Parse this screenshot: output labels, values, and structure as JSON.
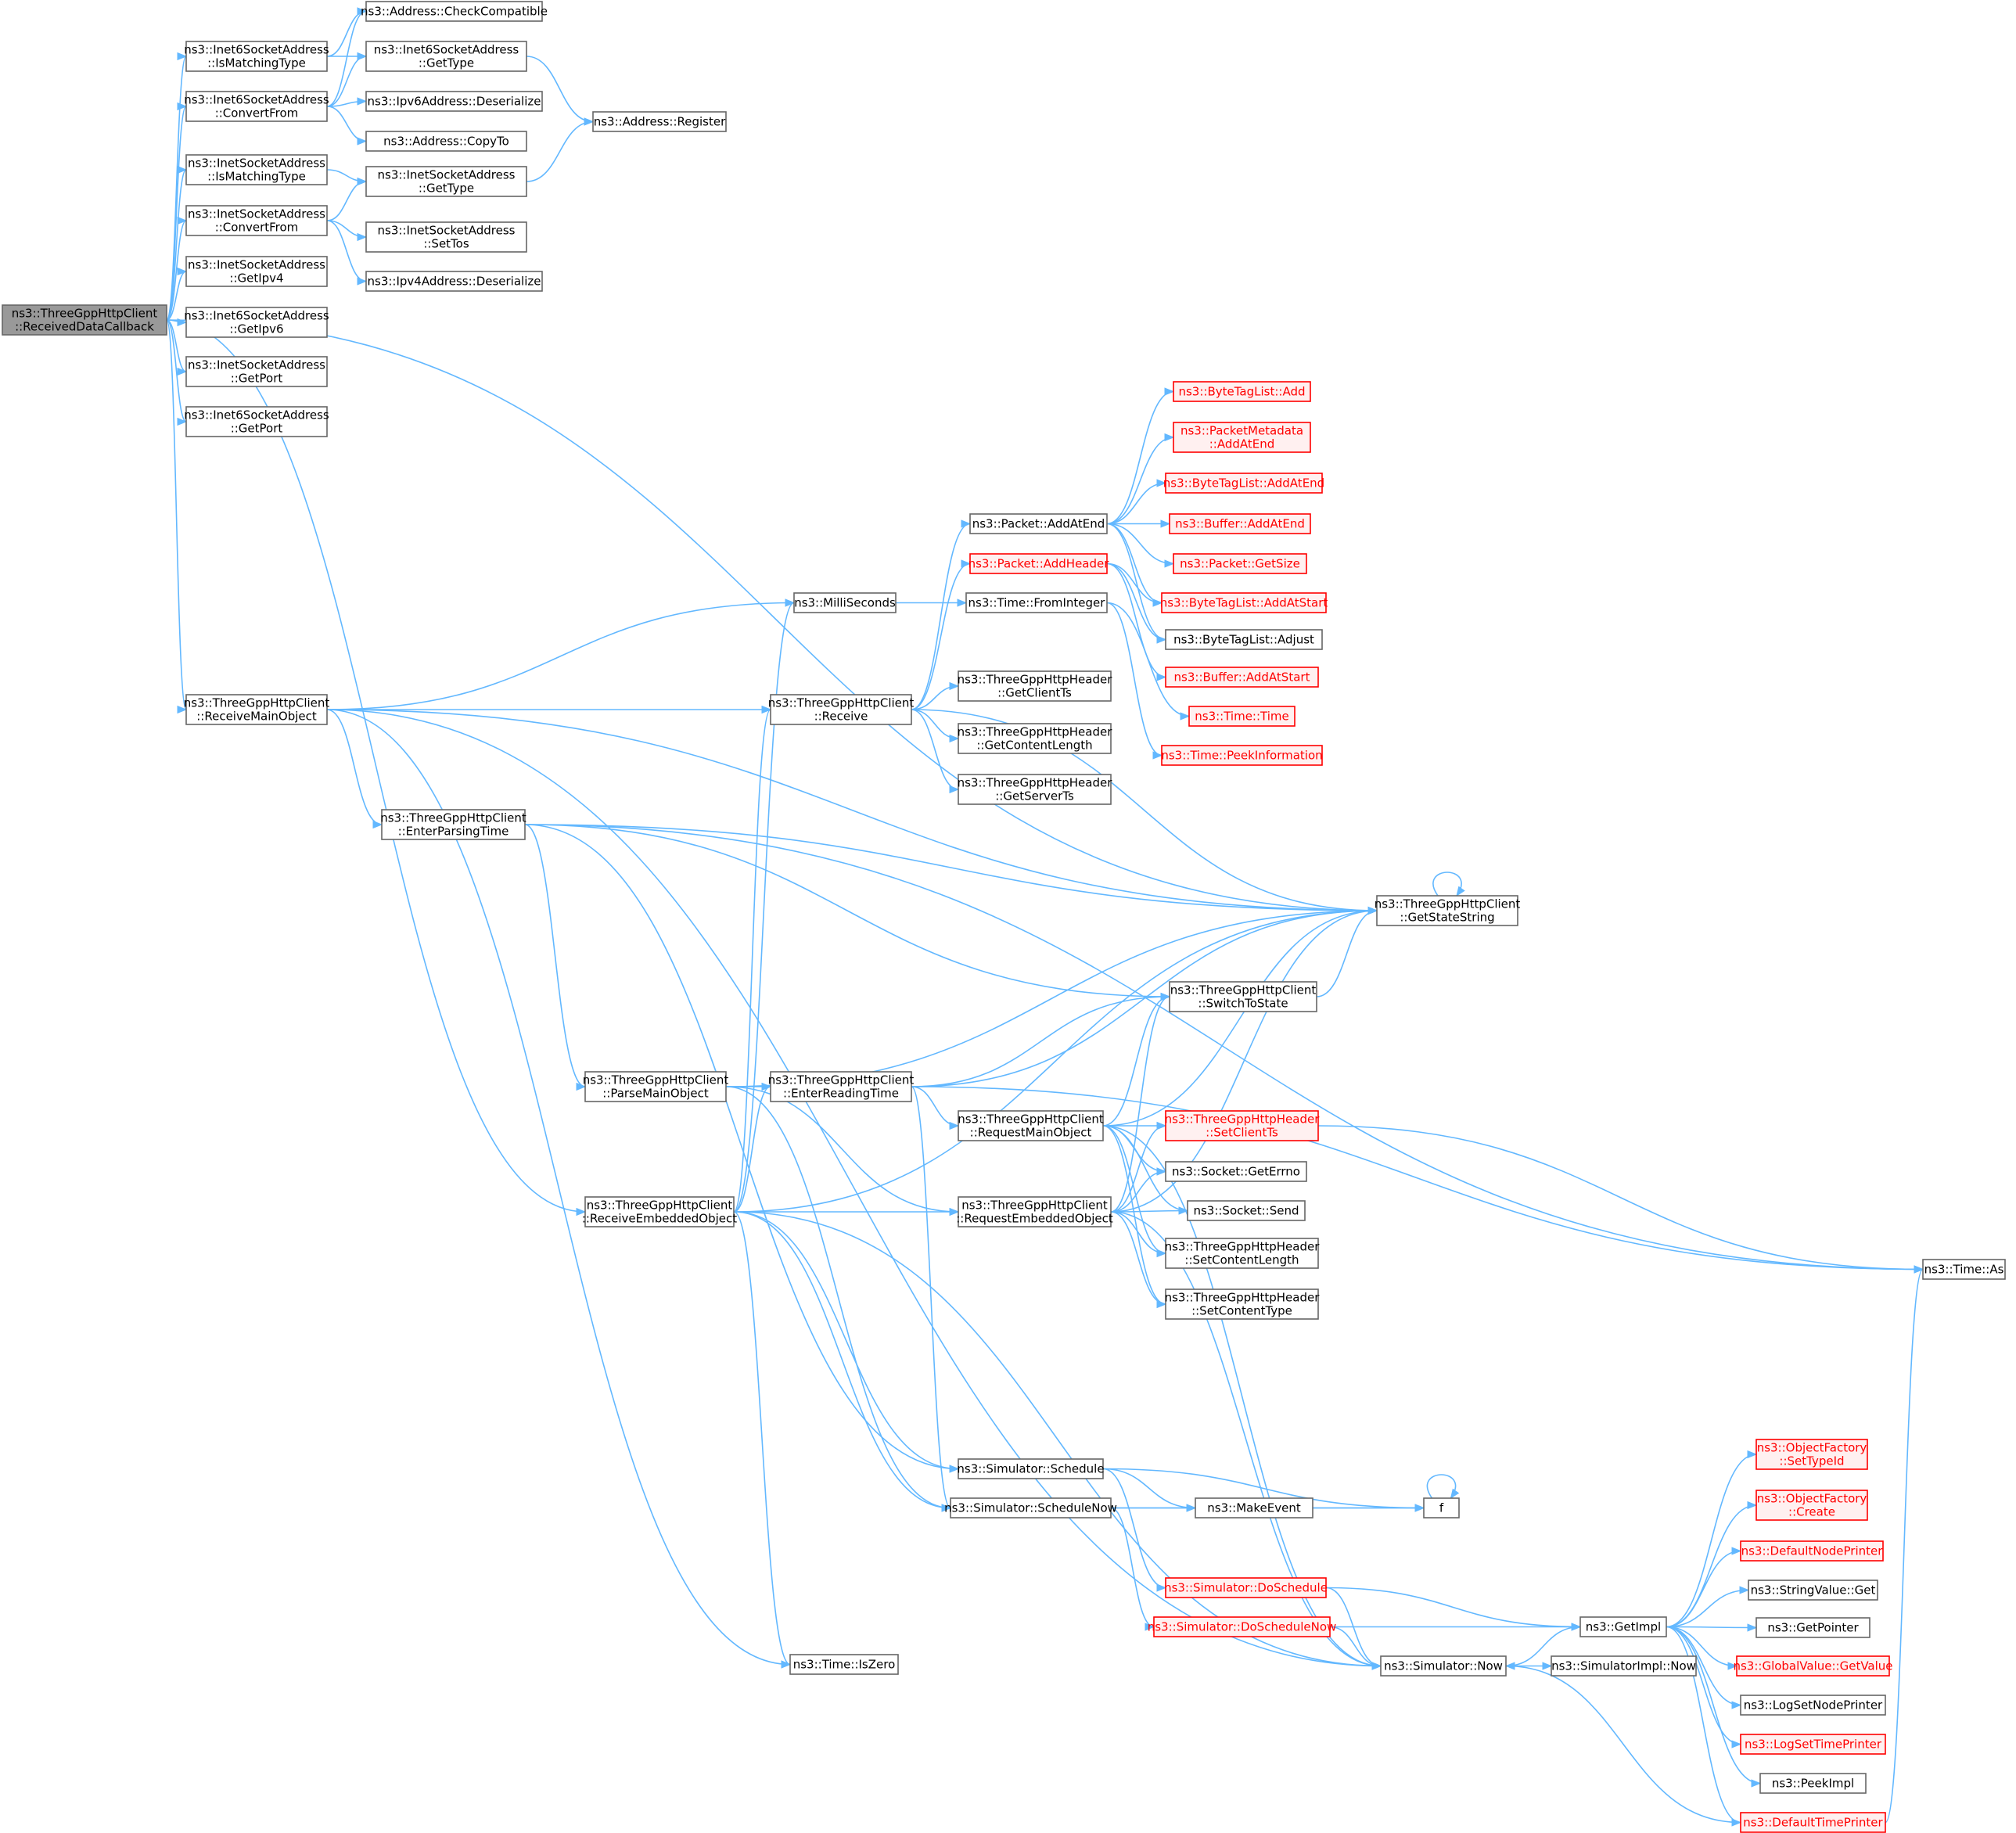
{
  "graph": {
    "edge_color": "#63b8ff",
    "node_border_color": "#666666",
    "root_fill_color": "#999999",
    "truncated_node_color": "#ff0000",
    "nodes": [
      {
        "id": "root",
        "lines": [
          "ns3::ThreeGppHttpClient",
          "::ReceivedDataCallback"
        ],
        "style": "root"
      },
      {
        "id": "i6_ismatch",
        "lines": [
          "ns3::Inet6SocketAddress",
          "::IsMatchingType"
        ]
      },
      {
        "id": "i6_convert",
        "lines": [
          "ns3::Inet6SocketAddress",
          "::ConvertFrom"
        ]
      },
      {
        "id": "i4_ismatch",
        "lines": [
          "ns3::InetSocketAddress",
          "::IsMatchingType"
        ]
      },
      {
        "id": "i4_convert",
        "lines": [
          "ns3::InetSocketAddress",
          "::ConvertFrom"
        ]
      },
      {
        "id": "i4_getipv4",
        "lines": [
          "ns3::InetSocketAddress",
          "::GetIpv4"
        ]
      },
      {
        "id": "i6_getipv6",
        "lines": [
          "ns3::Inet6SocketAddress",
          "::GetIpv6"
        ]
      },
      {
        "id": "i4_getport",
        "lines": [
          "ns3::InetSocketAddress",
          "::GetPort"
        ]
      },
      {
        "id": "i6_getport",
        "lines": [
          "ns3::Inet6SocketAddress",
          "::GetPort"
        ]
      },
      {
        "id": "addr_checkcompat",
        "lines": [
          "ns3::Address::CheckCompatible"
        ]
      },
      {
        "id": "i6_gettype",
        "lines": [
          "ns3::Inet6SocketAddress",
          "::GetType"
        ]
      },
      {
        "id": "ipv6_deser",
        "lines": [
          "ns3::Ipv6Address::Deserialize"
        ]
      },
      {
        "id": "addr_copyto",
        "lines": [
          "ns3::Address::CopyTo"
        ]
      },
      {
        "id": "addr_register",
        "lines": [
          "ns3::Address::Register"
        ]
      },
      {
        "id": "i4_gettype",
        "lines": [
          "ns3::InetSocketAddress",
          "::GetType"
        ]
      },
      {
        "id": "i4_settos",
        "lines": [
          "ns3::InetSocketAddress",
          "::SetTos"
        ]
      },
      {
        "id": "ipv4_deser",
        "lines": [
          "ns3::Ipv4Address::Deserialize"
        ]
      },
      {
        "id": "recv_main",
        "lines": [
          "ns3::ThreeGppHttpClient",
          "::ReceiveMainObject"
        ]
      },
      {
        "id": "enter_parsing",
        "lines": [
          "ns3::ThreeGppHttpClient",
          "::EnterParsingTime"
        ]
      },
      {
        "id": "parse_main",
        "lines": [
          "ns3::ThreeGppHttpClient",
          "::ParseMainObject"
        ]
      },
      {
        "id": "recv_embedded",
        "lines": [
          "ns3::ThreeGppHttpClient",
          "::ReceiveEmbeddedObject"
        ]
      },
      {
        "id": "millis",
        "lines": [
          "ns3::MilliSeconds"
        ]
      },
      {
        "id": "receive",
        "lines": [
          "ns3::ThreeGppHttpClient",
          "::Receive"
        ]
      },
      {
        "id": "enter_reading",
        "lines": [
          "ns3::ThreeGppHttpClient",
          "::EnterReadingTime"
        ]
      },
      {
        "id": "time_iszero",
        "lines": [
          "ns3::Time::IsZero"
        ]
      },
      {
        "id": "sim_schedule",
        "lines": [
          "ns3::Simulator::Schedule"
        ]
      },
      {
        "id": "sim_schedulenow",
        "lines": [
          "ns3::Simulator::ScheduleNow"
        ]
      },
      {
        "id": "pkt_addatend",
        "lines": [
          "ns3::Packet::AddAtEnd"
        ]
      },
      {
        "id": "pkt_addheader",
        "lines": [
          "ns3::Packet::AddHeader"
        ],
        "style": "red"
      },
      {
        "id": "time_fromint",
        "lines": [
          "ns3::Time::FromInteger"
        ]
      },
      {
        "id": "hdr_getclientts",
        "lines": [
          "ns3::ThreeGppHttpHeader",
          "::GetClientTs"
        ]
      },
      {
        "id": "hdr_getcontentlen",
        "lines": [
          "ns3::ThreeGppHttpHeader",
          "::GetContentLength"
        ]
      },
      {
        "id": "hdr_getserverts",
        "lines": [
          "ns3::ThreeGppHttpHeader",
          "::GetServerTs"
        ]
      },
      {
        "id": "req_main",
        "lines": [
          "ns3::ThreeGppHttpClient",
          "::RequestMainObject"
        ]
      },
      {
        "id": "req_embedded",
        "lines": [
          "ns3::ThreeGppHttpClient",
          "::RequestEmbeddedObject"
        ]
      },
      {
        "id": "make_event",
        "lines": [
          "ns3::MakeEvent"
        ]
      },
      {
        "id": "sim_doschedule",
        "lines": [
          "ns3::Simulator::DoSchedule"
        ],
        "style": "red"
      },
      {
        "id": "sim_doschedulenow",
        "lines": [
          "ns3::Simulator::DoScheduleNow"
        ],
        "style": "red"
      },
      {
        "id": "btl_add",
        "lines": [
          "ns3::ByteTagList::Add"
        ],
        "style": "red"
      },
      {
        "id": "pm_addatend",
        "lines": [
          "ns3::PacketMetadata",
          "::AddAtEnd"
        ],
        "style": "red"
      },
      {
        "id": "btl_addatend",
        "lines": [
          "ns3::ByteTagList::AddAtEnd"
        ],
        "style": "red"
      },
      {
        "id": "buf_addatend",
        "lines": [
          "ns3::Buffer::AddAtEnd"
        ],
        "style": "red"
      },
      {
        "id": "pkt_getsize",
        "lines": [
          "ns3::Packet::GetSize"
        ],
        "style": "red"
      },
      {
        "id": "btl_addatstart",
        "lines": [
          "ns3::ByteTagList::AddAtStart"
        ],
        "style": "red"
      },
      {
        "id": "btl_adjust",
        "lines": [
          "ns3::ByteTagList::Adjust"
        ]
      },
      {
        "id": "buf_addatstart",
        "lines": [
          "ns3::Buffer::AddAtStart"
        ],
        "style": "red"
      },
      {
        "id": "time_time",
        "lines": [
          "ns3::Time::Time"
        ],
        "style": "red"
      },
      {
        "id": "time_peekinfo",
        "lines": [
          "ns3::Time::PeekInformation"
        ],
        "style": "red"
      },
      {
        "id": "get_state_string",
        "lines": [
          "ns3::ThreeGppHttpClient",
          "::GetStateString"
        ]
      },
      {
        "id": "switch_state",
        "lines": [
          "ns3::ThreeGppHttpClient",
          "::SwitchToState"
        ]
      },
      {
        "id": "hdr_setclientts",
        "lines": [
          "ns3::ThreeGppHttpHeader",
          "::SetClientTs"
        ],
        "style": "red"
      },
      {
        "id": "sock_geterrno",
        "lines": [
          "ns3::Socket::GetErrno"
        ]
      },
      {
        "id": "sock_send",
        "lines": [
          "ns3::Socket::Send"
        ]
      },
      {
        "id": "hdr_setcontentlen",
        "lines": [
          "ns3::ThreeGppHttpHeader",
          "::SetContentLength"
        ]
      },
      {
        "id": "hdr_setcontenttype",
        "lines": [
          "ns3::ThreeGppHttpHeader",
          "::SetContentType"
        ]
      },
      {
        "id": "sim_now",
        "lines": [
          "ns3::Simulator::Now"
        ]
      },
      {
        "id": "f",
        "lines": [
          "f"
        ]
      },
      {
        "id": "simimpl_now",
        "lines": [
          "ns3::SimulatorImpl::Now"
        ]
      },
      {
        "id": "get_impl",
        "lines": [
          "ns3::GetImpl"
        ]
      },
      {
        "id": "time_as",
        "lines": [
          "ns3::Time::As"
        ]
      },
      {
        "id": "of_settypeid",
        "lines": [
          "ns3::ObjectFactory",
          "::SetTypeId"
        ],
        "style": "red"
      },
      {
        "id": "of_create",
        "lines": [
          "ns3::ObjectFactory",
          "::Create"
        ],
        "style": "red"
      },
      {
        "id": "default_nodeprinter",
        "lines": [
          "ns3::DefaultNodePrinter"
        ],
        "style": "red"
      },
      {
        "id": "stringvalue_get",
        "lines": [
          "ns3::StringValue::Get"
        ]
      },
      {
        "id": "get_pointer",
        "lines": [
          "ns3::GetPointer"
        ]
      },
      {
        "id": "gv_getvalue",
        "lines": [
          "ns3::GlobalValue::GetValue"
        ],
        "style": "red"
      },
      {
        "id": "log_setnodeprinter",
        "lines": [
          "ns3::LogSetNodePrinter"
        ]
      },
      {
        "id": "log_settimeprinter",
        "lines": [
          "ns3::LogSetTimePrinter"
        ],
        "style": "red"
      },
      {
        "id": "peek_impl",
        "lines": [
          "ns3::PeekImpl"
        ]
      },
      {
        "id": "default_timeprinter",
        "lines": [
          "ns3::DefaultTimePrinter"
        ],
        "style": "red"
      }
    ],
    "edges": [
      [
        "root",
        "i6_ismatch"
      ],
      [
        "root",
        "i6_convert"
      ],
      [
        "root",
        "i4_ismatch"
      ],
      [
        "root",
        "i4_convert"
      ],
      [
        "root",
        "i4_getipv4"
      ],
      [
        "root",
        "i6_getipv6"
      ],
      [
        "root",
        "i4_getport"
      ],
      [
        "root",
        "i6_getport"
      ],
      [
        "root",
        "recv_main"
      ],
      [
        "root",
        "recv_embedded"
      ],
      [
        "root",
        "get_state_string"
      ],
      [
        "i6_ismatch",
        "addr_checkcompat"
      ],
      [
        "i6_ismatch",
        "i6_gettype"
      ],
      [
        "i6_convert",
        "addr_checkcompat"
      ],
      [
        "i6_convert",
        "i6_gettype"
      ],
      [
        "i6_convert",
        "ipv6_deser"
      ],
      [
        "i6_convert",
        "addr_copyto"
      ],
      [
        "i6_gettype",
        "addr_register"
      ],
      [
        "i4_gettype",
        "addr_register"
      ],
      [
        "i4_ismatch",
        "i4_gettype"
      ],
      [
        "i4_convert",
        "i4_gettype"
      ],
      [
        "i4_convert",
        "i4_settos"
      ],
      [
        "i4_convert",
        "ipv4_deser"
      ],
      [
        "recv_main",
        "millis"
      ],
      [
        "recv_main",
        "receive"
      ],
      [
        "recv_main",
        "enter_parsing"
      ],
      [
        "recv_main",
        "get_state_string"
      ],
      [
        "recv_main",
        "time_iszero"
      ],
      [
        "recv_main",
        "sim_now"
      ],
      [
        "enter_parsing",
        "time_as"
      ],
      [
        "enter_parsing",
        "get_state_string"
      ],
      [
        "enter_parsing",
        "parse_main"
      ],
      [
        "enter_parsing",
        "switch_state"
      ],
      [
        "enter_parsing",
        "sim_schedule"
      ],
      [
        "parse_main",
        "get_state_string"
      ],
      [
        "parse_main",
        "enter_reading"
      ],
      [
        "parse_main",
        "req_embedded"
      ],
      [
        "parse_main",
        "sim_schedulenow"
      ],
      [
        "recv_embedded",
        "millis"
      ],
      [
        "recv_embedded",
        "receive"
      ],
      [
        "recv_embedded",
        "get_state_string"
      ],
      [
        "recv_embedded",
        "enter_reading"
      ],
      [
        "recv_embedded",
        "req_embedded"
      ],
      [
        "recv_embedded",
        "time_iszero"
      ],
      [
        "recv_embedded",
        "sim_schedule"
      ],
      [
        "recv_embedded",
        "sim_schedulenow"
      ],
      [
        "recv_embedded",
        "sim_now"
      ],
      [
        "millis",
        "time_fromint"
      ],
      [
        "receive",
        "pkt_addatend"
      ],
      [
        "receive",
        "pkt_addheader"
      ],
      [
        "receive",
        "hdr_getclientts"
      ],
      [
        "receive",
        "hdr_getcontentlen"
      ],
      [
        "receive",
        "hdr_getserverts"
      ],
      [
        "enter_reading",
        "get_state_string"
      ],
      [
        "enter_reading",
        "switch_state"
      ],
      [
        "enter_reading",
        "req_main"
      ],
      [
        "enter_reading",
        "time_as"
      ],
      [
        "enter_reading",
        "sim_schedulenow"
      ],
      [
        "req_main",
        "switch_state"
      ],
      [
        "req_main",
        "get_state_string"
      ],
      [
        "req_main",
        "hdr_setclientts"
      ],
      [
        "req_main",
        "sock_geterrno"
      ],
      [
        "req_main",
        "sock_send"
      ],
      [
        "req_main",
        "hdr_setcontentlen"
      ],
      [
        "req_main",
        "hdr_setcontenttype"
      ],
      [
        "req_main",
        "sim_now"
      ],
      [
        "req_embedded",
        "switch_state"
      ],
      [
        "req_embedded",
        "hdr_setclientts"
      ],
      [
        "req_embedded",
        "sock_geterrno"
      ],
      [
        "req_embedded",
        "sock_send"
      ],
      [
        "req_embedded",
        "hdr_setcontentlen"
      ],
      [
        "req_embedded",
        "hdr_setcontenttype"
      ],
      [
        "req_embedded",
        "get_state_string"
      ],
      [
        "req_embedded",
        "sim_now"
      ],
      [
        "switch_state",
        "get_state_string"
      ],
      [
        "get_state_string",
        "get_state_string"
      ],
      [
        "pkt_addatend",
        "btl_add"
      ],
      [
        "pkt_addatend",
        "pm_addatend"
      ],
      [
        "pkt_addatend",
        "btl_addatend"
      ],
      [
        "pkt_addatend",
        "buf_addatend"
      ],
      [
        "pkt_addatend",
        "pkt_getsize"
      ],
      [
        "pkt_addatend",
        "btl_addatstart"
      ],
      [
        "pkt_addatend",
        "btl_adjust"
      ],
      [
        "pkt_addheader",
        "btl_addatstart"
      ],
      [
        "pkt_addheader",
        "btl_adjust"
      ],
      [
        "pkt_addheader",
        "buf_addatstart"
      ],
      [
        "time_fromint",
        "time_time"
      ],
      [
        "time_fromint",
        "time_peekinfo"
      ],
      [
        "hdr_setclientts",
        "time_as"
      ],
      [
        "sim_schedule",
        "make_event"
      ],
      [
        "sim_schedule",
        "f"
      ],
      [
        "sim_schedule",
        "sim_doschedule"
      ],
      [
        "sim_schedulenow",
        "make_event"
      ],
      [
        "sim_schedulenow",
        "f"
      ],
      [
        "sim_schedulenow",
        "sim_doschedulenow"
      ],
      [
        "make_event",
        "f"
      ],
      [
        "f",
        "f"
      ],
      [
        "sim_doschedule",
        "get_impl"
      ],
      [
        "sim_doschedule",
        "sim_now"
      ],
      [
        "sim_doschedulenow",
        "get_impl"
      ],
      [
        "sim_doschedulenow",
        "sim_now"
      ],
      [
        "sim_now",
        "get_impl"
      ],
      [
        "sim_now",
        "simimpl_now"
      ],
      [
        "get_impl",
        "of_settypeid"
      ],
      [
        "get_impl",
        "of_create"
      ],
      [
        "get_impl",
        "default_nodeprinter"
      ],
      [
        "get_impl",
        "stringvalue_get"
      ],
      [
        "get_impl",
        "get_pointer"
      ],
      [
        "get_impl",
        "gv_getvalue"
      ],
      [
        "get_impl",
        "log_setnodeprinter"
      ],
      [
        "get_impl",
        "log_settimeprinter"
      ],
      [
        "get_impl",
        "peek_impl"
      ],
      [
        "get_impl",
        "default_timeprinter"
      ],
      [
        "default_timeprinter",
        "time_as"
      ],
      [
        "default_timeprinter",
        "sim_now"
      ],
      [
        "receive",
        "get_state_string"
      ]
    ]
  }
}
